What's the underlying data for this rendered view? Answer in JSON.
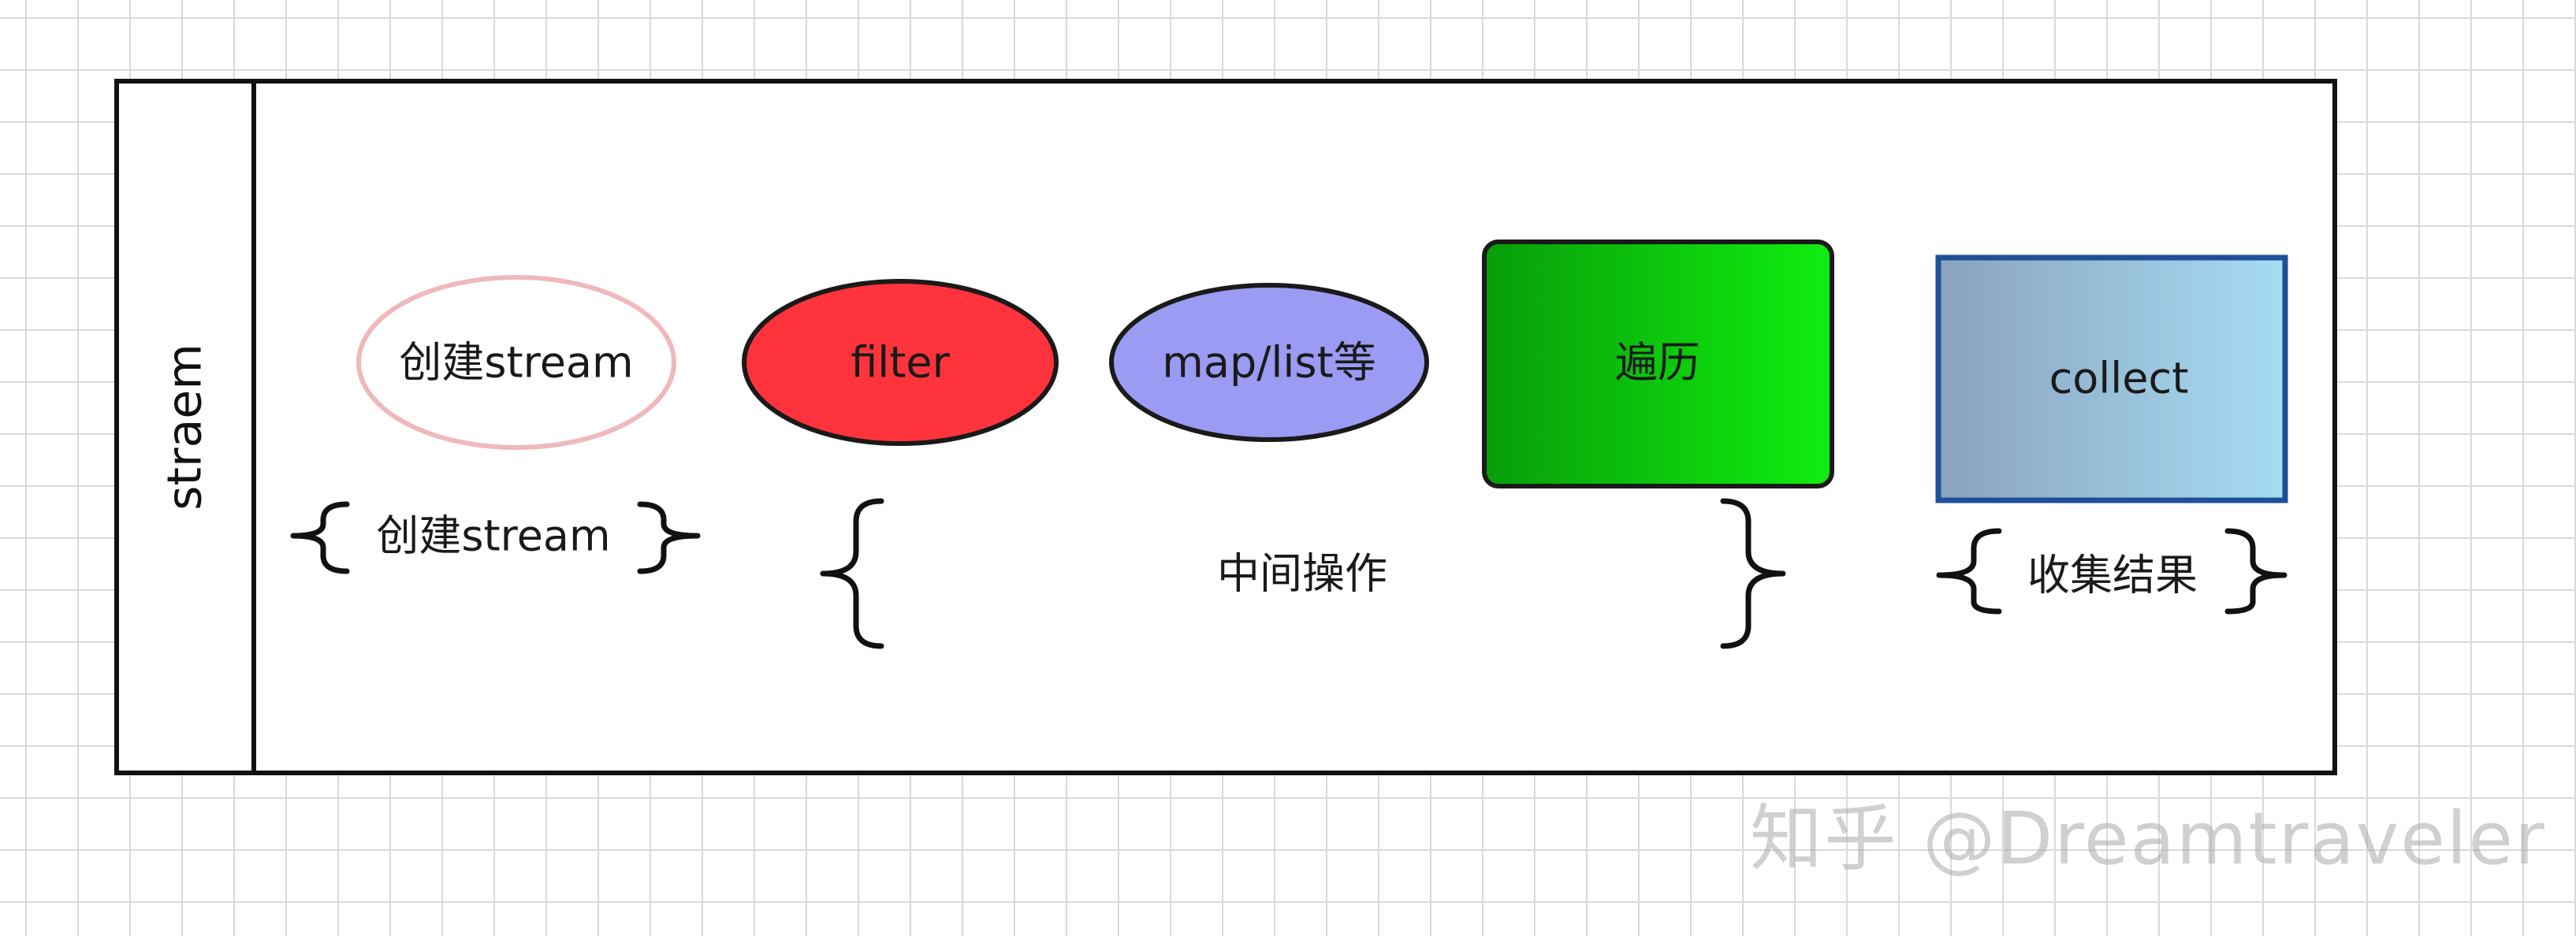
{
  "diagram": {
    "lane_label": "straem",
    "nodes": {
      "create": "创建stream",
      "filter": "filter",
      "map": "map/list等",
      "traverse": "遍历",
      "collect": "collect"
    },
    "groups": {
      "create": "创建stream",
      "intermediate": "中间操作",
      "collect": "收集结果"
    },
    "colors": {
      "create_border": "#f0b8bc",
      "filter_fill": "#fe333c",
      "map_fill": "#9b9bf4",
      "traverse_fill": "#0fd10f",
      "collect_fill": "#9ec4dc",
      "collect_border": "#1f4f98"
    }
  },
  "watermark": "知乎 @Dreamtraveler"
}
